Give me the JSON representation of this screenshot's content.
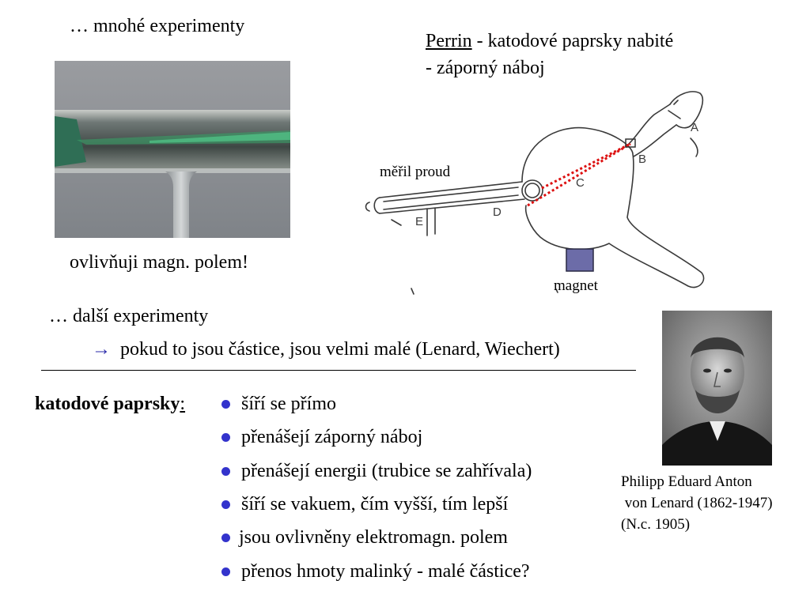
{
  "slide": {
    "heading_more_experiments": "… mnohé experimenty",
    "perrin": {
      "name": "Perrin",
      "line1_rest": " - katodové paprsky nabité",
      "line2": "- záporný náboj"
    },
    "diagram": {
      "measured_label": "měřil proud",
      "magnet_label": "magnet",
      "letters": {
        "a": "A",
        "b": "B",
        "c": "C",
        "d": "D",
        "e": "E"
      },
      "ray_color": "#dd1111",
      "magnet_color": "#6c6ca8"
    },
    "photo_caption": "ovlivňuji magn. polem!",
    "further_experiments": "… další experimenty",
    "arrow_symbol": "→",
    "arrow_text": "pokud to jsou částice, jsou velmi malé (Lenard, Wiechert)",
    "rays_label_bold": "katodové paprsky",
    "rays_label_colon": ":",
    "bullets": [
      "šíří se přímo",
      "přenášejí záporný náboj",
      "přenášejí energii (trubice se zahřívala)",
      "šíří se vakuem, čím vyšší, tím lepší",
      "jsou ovlivněny elektromagn. polem",
      "přenos hmoty malinký - malé částice?"
    ],
    "portrait_caption": {
      "line1": "Philipp Eduard Anton",
      "line2": " von Lenard (1862-1947)",
      "line3": "(N.c. 1905)"
    },
    "bullet_color": "#3333cc"
  }
}
